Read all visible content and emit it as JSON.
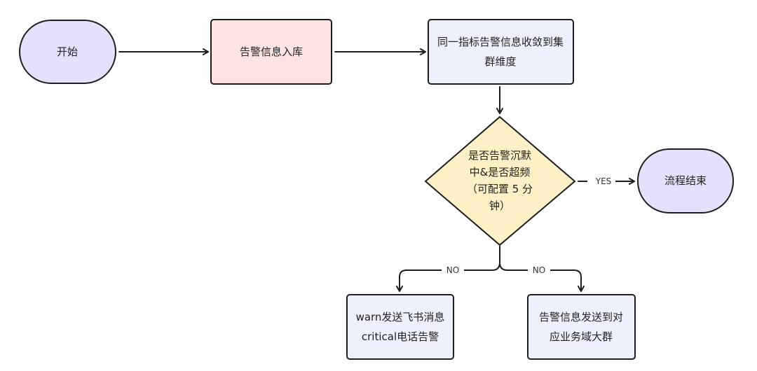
{
  "colors": {
    "stroke": "#1e1e1e",
    "terminal_fill": "#e5e0fb",
    "ingest_fill": "#fde3e1",
    "process_fill": "#eef0fc",
    "decision_fill": "#fdf0c6",
    "action_fill": "#eef0fc"
  },
  "nodes": {
    "start": {
      "shape": "rounded-terminal",
      "lines": [
        "开始"
      ]
    },
    "ingest": {
      "shape": "rectangle",
      "lines": [
        "告警信息入库"
      ]
    },
    "converge": {
      "shape": "rectangle",
      "lines": [
        "同一指标告警信息收敛到集",
        "群维度"
      ]
    },
    "decision": {
      "shape": "diamond",
      "lines": [
        "是否告警沉默",
        "中&是否超频",
        "（可配置 5 分",
        "钟）"
      ]
    },
    "end": {
      "shape": "rounded-terminal",
      "lines": [
        "流程结束"
      ]
    },
    "feishu": {
      "shape": "rectangle",
      "lines": [
        "warn发送飞书消息",
        "critical电话告警"
      ]
    },
    "group": {
      "shape": "rectangle",
      "lines": [
        "告警信息发送到对",
        "应业务域大群"
      ]
    }
  },
  "edges": {
    "yes_label": "YES",
    "no_left_label": "NO",
    "no_right_label": "NO"
  }
}
